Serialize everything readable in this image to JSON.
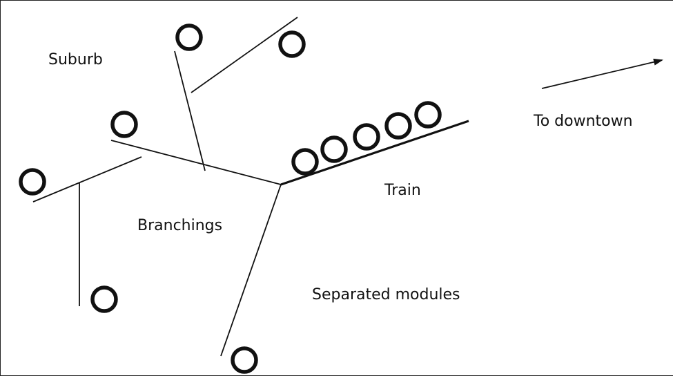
{
  "labels": {
    "suburb": "Suburb",
    "to_downtown": "To downtown",
    "train": "Train",
    "branchings": "Branchings",
    "separated_modules": "Separated modules"
  },
  "colors": {
    "ink": "#111111",
    "background": "#ffffff"
  },
  "icons": {
    "direction_arrow": "arrow-right-icon",
    "module": "circle-icon"
  }
}
